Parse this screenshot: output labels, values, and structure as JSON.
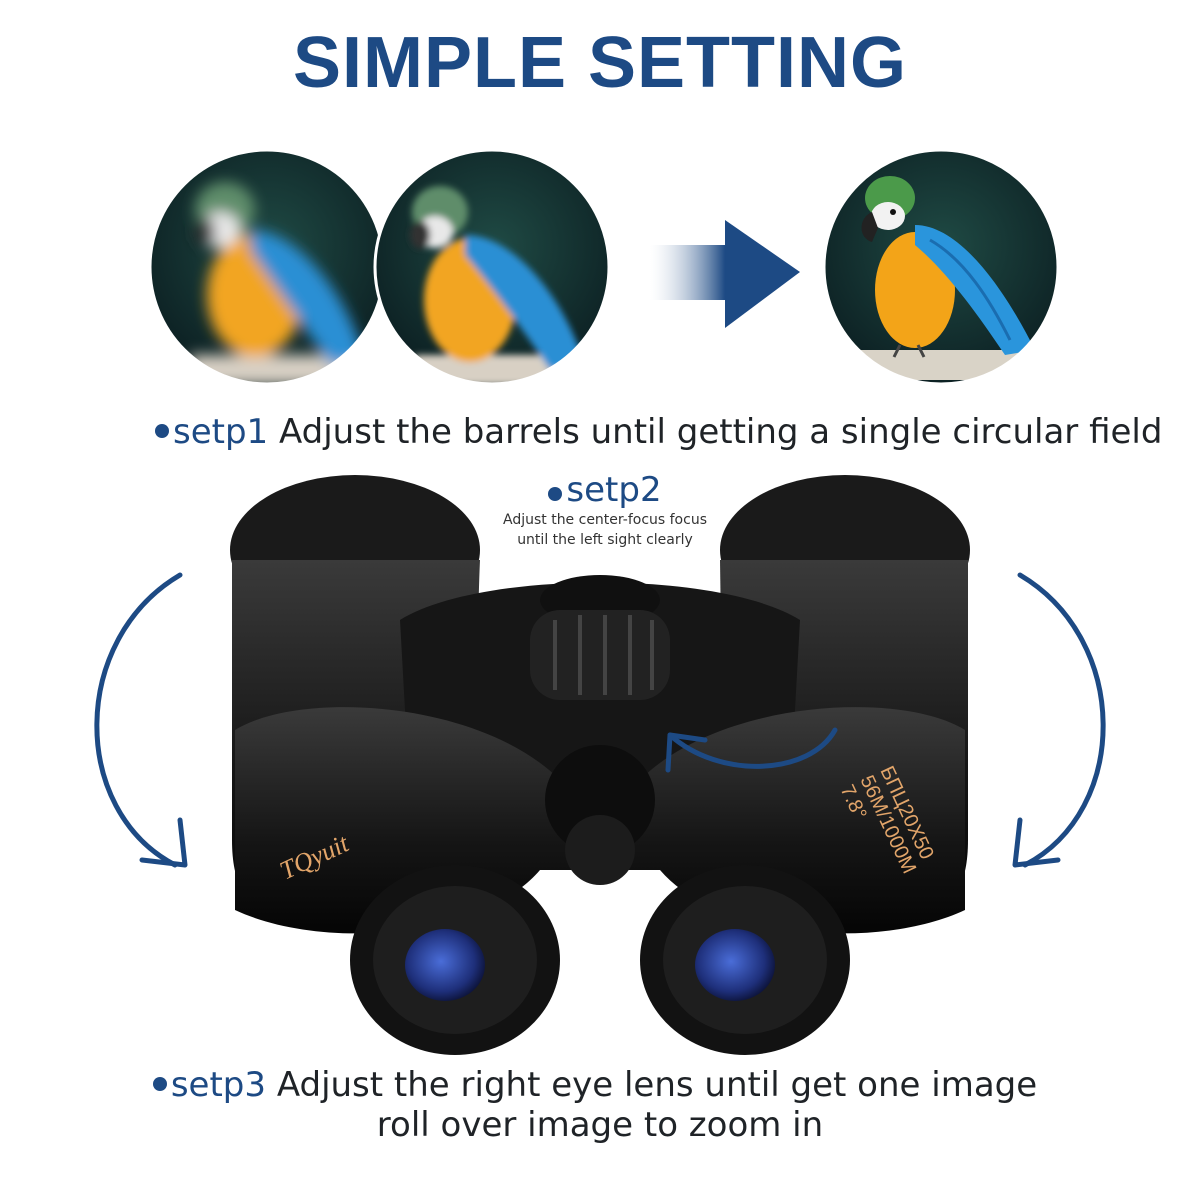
{
  "title": "SIMPLE SETTING",
  "brand_color": "#1d4a84",
  "step1": {
    "key": "setp1",
    "text": " Adjust the barrels until getting a single circular field"
  },
  "step2": {
    "key": "setp2",
    "line1": "Adjust the center-focus focus",
    "line2": "until the left sight clearly"
  },
  "step3": {
    "key": "setp3",
    "line1": " Adjust the right eye lens until get one image",
    "line2": "roll over image to zoom in"
  },
  "product_markings": {
    "brand": "TQyuit",
    "model": "БПЦ20X50",
    "field": "56M/1000M",
    "angle": "7.8°"
  },
  "icons": [
    "blurry-parrot-image",
    "semi-blurry-parrot-image",
    "clear-parrot-image",
    "arrow-right-icon",
    "rotate-arrow-left-icon",
    "rotate-arrow-right-icon",
    "rotate-arrow-eyepiece-icon"
  ]
}
